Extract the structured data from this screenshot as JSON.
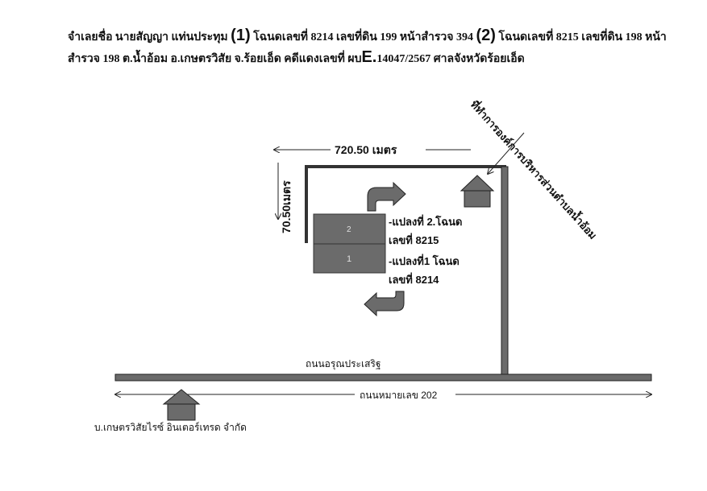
{
  "header": {
    "part1": "จำเลยชื่อ นายสัญญา แท่นประทุม",
    "num1": "(1)",
    "part2": "โฉนดเลขที่ 8214  เลขที่ดิน 199 หน้าสำรวจ 394",
    "num2": "(2)",
    "part3": "โฉนดเลขที่  8215 เลขที่ดิน 198 หน้าสำรวจ 198  ต.น้ำอ้อม   อ.เกษตรวิสัย จ.ร้อยเอ็ด    คดีแดงเลขที่ ผบ",
    "case_e": "E.",
    "part4": "14047/2567  ศาลจังหวัดร้อยเอ็ด"
  },
  "map": {
    "width_label": "720.50 เมตร",
    "height_label": "70.50เมตร",
    "office_label": "ที่ทำการองค์การบริหารส่วนตำบลน้ำอ้อม",
    "plot2_number": "2",
    "plot1_number": "1",
    "plot2_label_line1": "-แปลงที่ 2.โฉนด",
    "plot2_label_line2": "เลขที่ 8215",
    "plot1_label_line1": "-แปลงที่1 โฉนด",
    "plot1_label_line2": "เลขที่ 8214",
    "road_side_label": "ถนนอรุณประเสริฐ",
    "highway_label": "ถนนหมายเลข 202",
    "company_label": "บ.เกษตรวิสัยไรซ์ อินเตอร์เทรด จำกัด"
  },
  "colors": {
    "plot_fill": "#6b6b6b",
    "road_fill": "#6b6b6b",
    "house_fill": "#6b6b6b",
    "line": "#222222"
  }
}
